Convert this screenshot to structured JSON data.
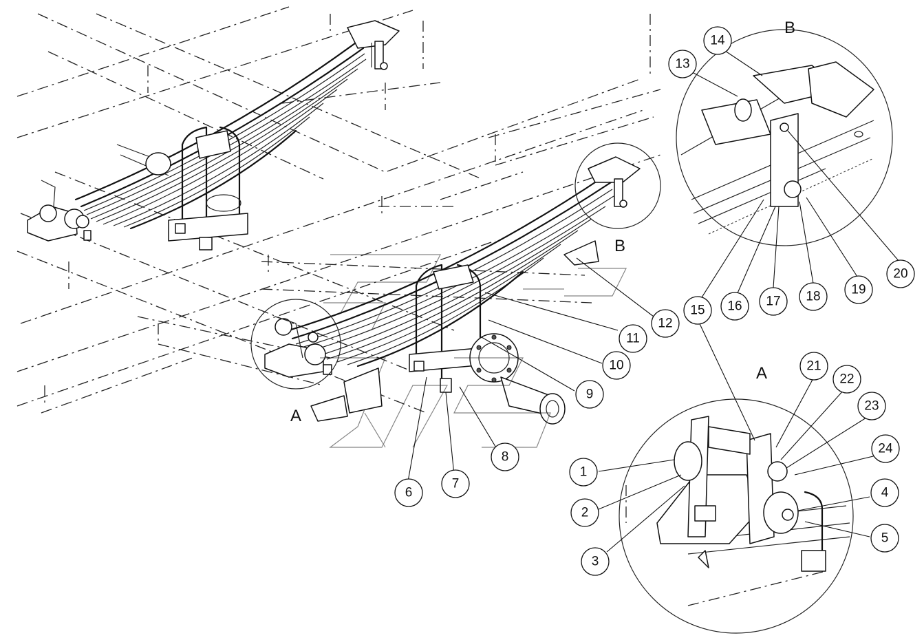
{
  "view_labels": {
    "view_b": "B",
    "view_a": "A",
    "marker_b": "B",
    "marker_a": "A"
  },
  "callouts": [
    "1",
    "2",
    "3",
    "4",
    "5",
    "6",
    "7",
    "8",
    "9",
    "10",
    "11",
    "12",
    "13",
    "14",
    "15",
    "16",
    "17",
    "18",
    "19",
    "20",
    "21",
    "22",
    "23",
    "24"
  ]
}
